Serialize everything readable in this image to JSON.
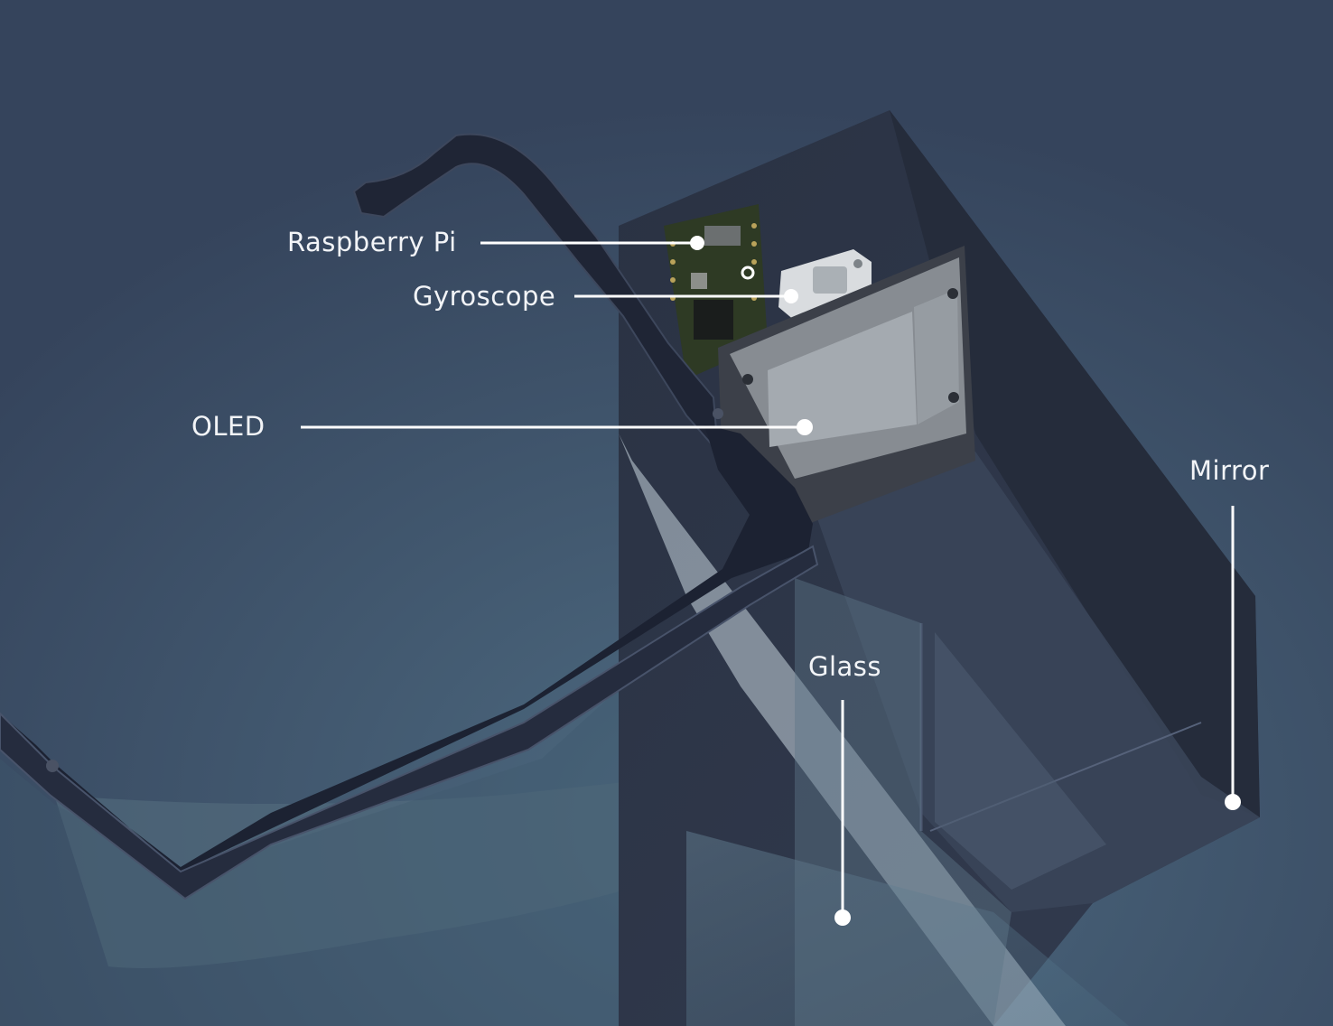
{
  "diagram": {
    "labels": {
      "raspberry_pi": "Raspberry Pi",
      "gyroscope": "Gyroscope",
      "oled": "OLED",
      "mirror": "Mirror",
      "glass": "Glass"
    },
    "colors": {
      "background": "#35445c",
      "housing": "#2b3346",
      "frame": "#1f2535",
      "glass": "#5f7e92",
      "callout": "#ffffff",
      "oled_screen": "#a4aab0",
      "pcb": "#2e3a24"
    }
  }
}
